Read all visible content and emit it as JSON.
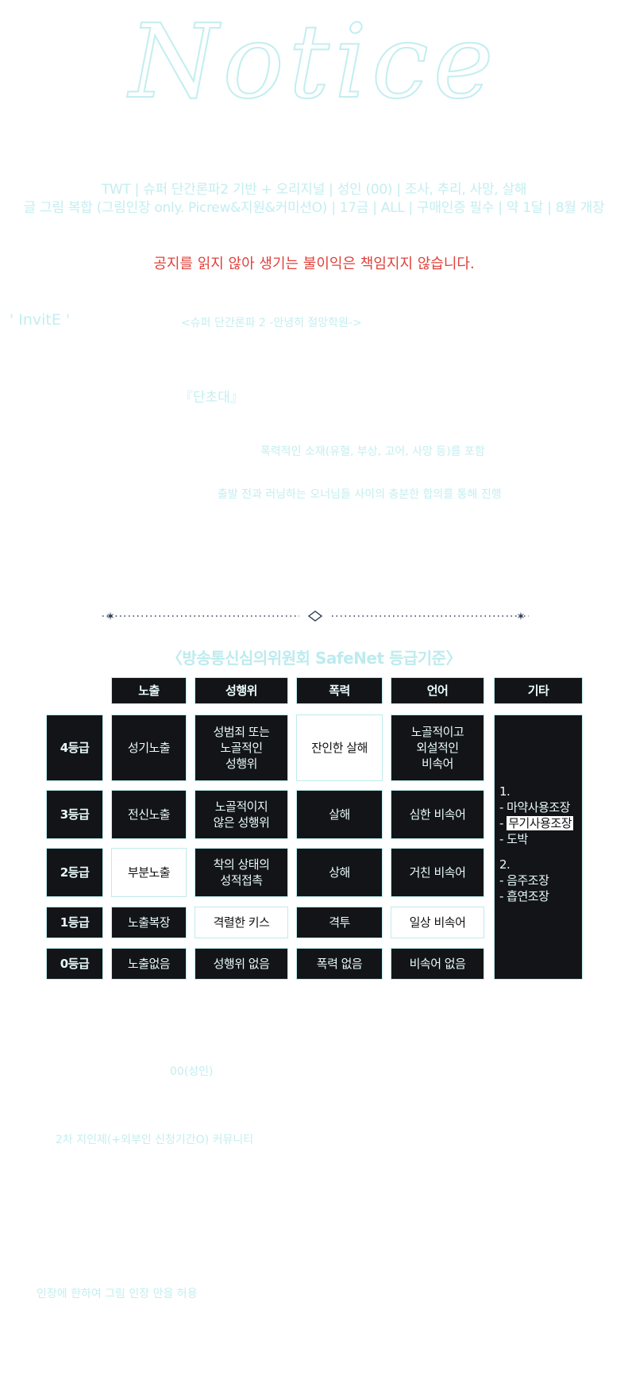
{
  "title_script": "Notice",
  "info": {
    "line1": "TWT | 슈퍼 단간론파2 기반 + 오리지널 | 성인 (00) | 조사, 추리, 사망, 살해",
    "line2": "글 그림 복합 (그림인장 only. Picrew&지원&커미션O) | 17금  | ALL | 구매인증 필수 | 약 1달 | 8월 개장"
  },
  "warning": "공지를 읽지 않아 생기는 불이익은 책임지지 않습니다.",
  "invite": {
    "label": "' InvitE '",
    "subtitle": "<슈퍼 단간론파 2 -안녕히 절망학원->",
    "invitation": "『단초대』"
  },
  "notes": {
    "violence": "폭력적인 소재(유혈, 부상, 고어, 사망 등)를 포함",
    "agreement": "출발 전과 러닝하는 오너님들 사이의 충분한 합의를 통해 진행"
  },
  "rating": {
    "title": "〈방송통신심의위원회 SafeNet 등급기준〉",
    "columns": [
      "노출",
      "성행위",
      "폭력",
      "언어",
      "기타"
    ],
    "rows": [
      {
        "grade": "4등급",
        "cells": [
          "성기노출",
          "성범죄 또는\n노골적인\n성행위",
          "잔인한 살해",
          "노골적이고\n외설적인\n비속어"
        ]
      },
      {
        "grade": "3등급",
        "cells": [
          "전신노출",
          "노골적이지\n않은 성행위",
          "살해",
          "심한 비속어"
        ]
      },
      {
        "grade": "2등급",
        "cells": [
          "부분노출",
          "착의 상태의\n성적접촉",
          "상해",
          "거친 비속어"
        ]
      },
      {
        "grade": "1등급",
        "cells": [
          "노출복장",
          "격렬한 키스",
          "격투",
          "일상 비속어"
        ]
      },
      {
        "grade": "0등급",
        "cells": [
          "노출없음",
          "성행위 없음",
          "폭력 없음",
          "비속어 없음"
        ]
      }
    ],
    "misc": {
      "num1": "1.",
      "item1": "- 마약사용조장",
      "item2_prefix": "-",
      "item2_highlight": "무기사용조장",
      "item3": "- 도박",
      "num2": "2.",
      "item4": "- 음주조장",
      "item5": "- 흡연조장"
    }
  },
  "footer": {
    "age": "00(성인)",
    "community": "2차 지인제(+외부인 신청기간O) 커뮤니티",
    "profile": "인장에 한하여 그림 인장 만을 허용"
  },
  "colors": {
    "accent_cyan": "#c3eef0",
    "warning_red": "#e0413a",
    "cell_dark": "#131417",
    "divider_navy": "#2d3a55"
  }
}
